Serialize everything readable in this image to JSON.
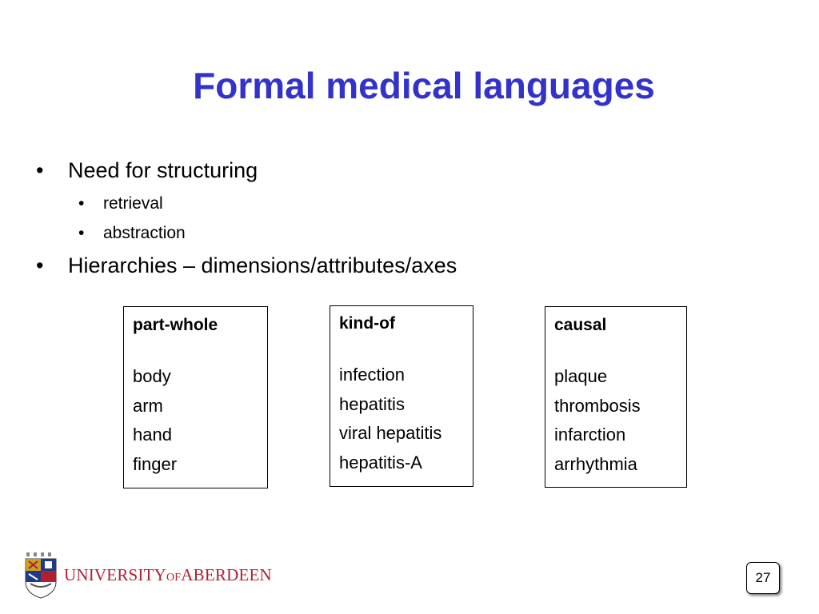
{
  "slide": {
    "title": "Formal medical languages",
    "bullets": [
      {
        "dot": "•",
        "text": "Need for structuring"
      },
      {
        "dot": "•",
        "text": "Hierarchies – dimensions/attributes/axes"
      }
    ],
    "subbullets": [
      {
        "dot": "•",
        "text": "retrieval"
      },
      {
        "dot": "•",
        "text": "abstraction"
      }
    ],
    "boxes": [
      {
        "heading": "part-whole",
        "items": [
          "body",
          "arm",
          "hand",
          "finger"
        ]
      },
      {
        "heading": "kind-of",
        "items": [
          "infection",
          "hepatitis",
          "viral hepatitis",
          "hepatitis-A"
        ]
      },
      {
        "heading": "causal",
        "items": [
          "plaque",
          "thrombosis",
          "infarction",
          "arrhythmia"
        ]
      }
    ],
    "page_number": "27"
  },
  "footer": {
    "logo_text_main": "UNIVERSITY",
    "logo_text_of": "OF",
    "logo_text_end": "ABERDEEN",
    "crest_icon": "university-crest-icon"
  },
  "colors": {
    "title": "#3333cc",
    "logo_text": "#b02030"
  }
}
